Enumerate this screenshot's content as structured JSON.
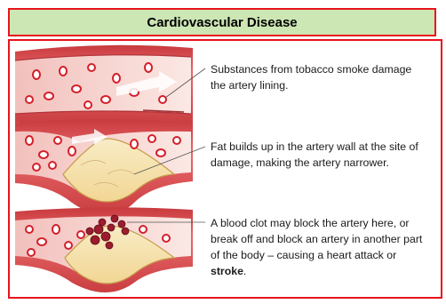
{
  "title": "Cardiovascular Disease",
  "captions": [
    {
      "text": "Substances from tobacco smoke damage the artery lining."
    },
    {
      "text": "Fat builds up in the artery wall at the site of damage, making the artery narrower."
    },
    {
      "text_before": "A blood clot may block the artery here, or break off and block an artery in another part of the body – causing a heart attack or ",
      "text_bold": "stroke",
      "text_after": "."
    }
  ],
  "colors": {
    "title_bg": "#cce6b4",
    "border": "#e8141c",
    "artery_wall": "#e86a6a",
    "lumen": "#f6d4d0",
    "plaque": "#f6e6b4",
    "blood_cell": "#d4202a"
  }
}
